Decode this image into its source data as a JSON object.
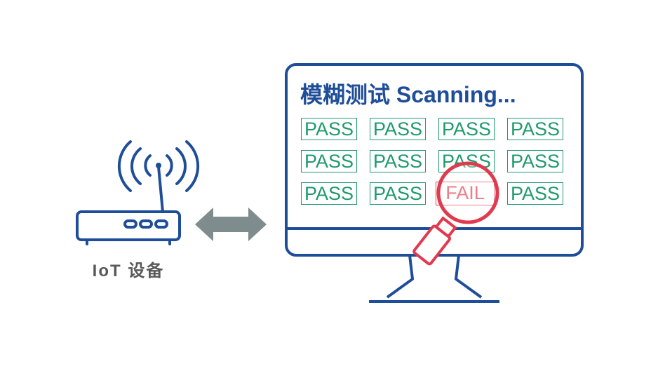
{
  "device": {
    "label": "IoT 设备"
  },
  "screen": {
    "title": "模糊测试 Scanning...",
    "results": [
      [
        "PASS",
        "PASS",
        "PASS",
        "PASS"
      ],
      [
        "PASS",
        "PASS",
        "PASS",
        "PASS"
      ],
      [
        "PASS",
        "PASS",
        "FAIL",
        "PASS"
      ]
    ]
  },
  "colors": {
    "monitor_blue": "#1f4e99",
    "pass_green": "#1e9b6b",
    "fail_red": "#e03a4e",
    "arrow_gray": "#7f8c8d",
    "label_gray": "#595959"
  },
  "icons": [
    "router-icon",
    "wifi-signal-icon",
    "double-arrow-icon",
    "monitor-icon",
    "magnifier-icon"
  ]
}
